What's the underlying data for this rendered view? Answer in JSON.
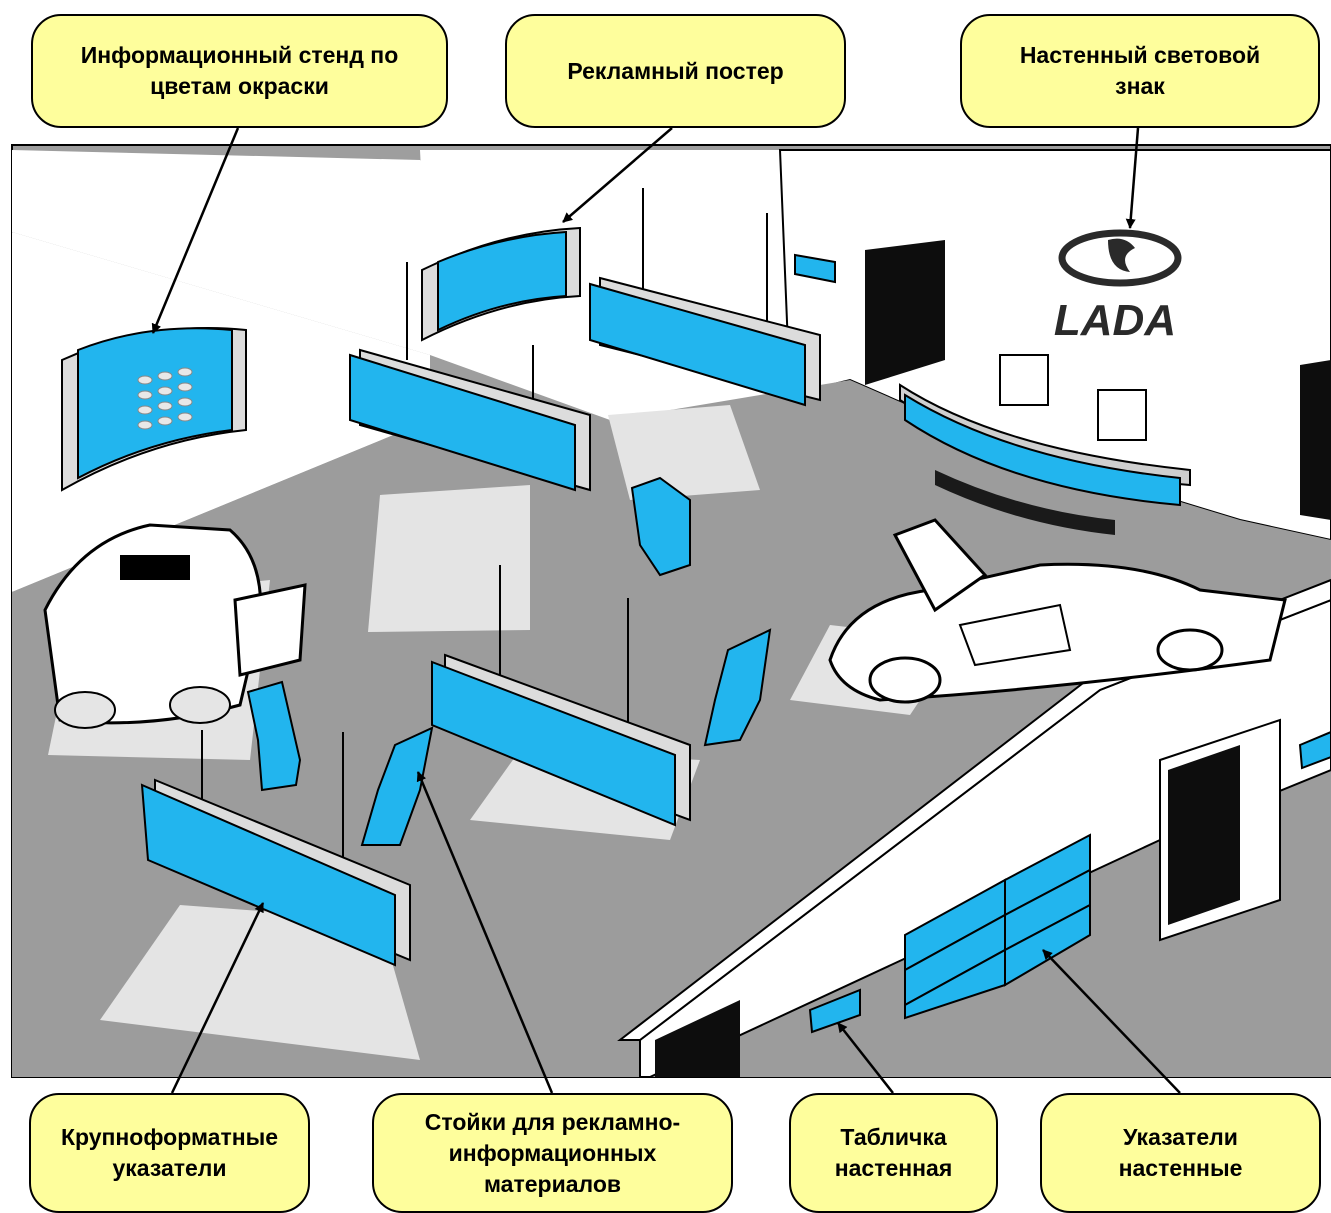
{
  "labels": {
    "info_stand": "Информационный стенд по\nцветам окраски",
    "ad_poster": "Рекламный постер",
    "wall_light_sign": "Настенный световой\nзнак",
    "large_signs": "Крупноформатные\nуказатели",
    "stands": "Стойки для рекламно-\nинформационных\nматериалов",
    "wall_plate": "Табличка\nнастенная",
    "wall_signs": "Указатели\nнастенные"
  },
  "logo_text": "LADA",
  "colors": {
    "callout_fill": "#fefe9c",
    "display_blue": "#22b5ee",
    "floor": "#9c9c9c",
    "light_patch": "#e4e4e4",
    "wall": "#ffffff"
  }
}
